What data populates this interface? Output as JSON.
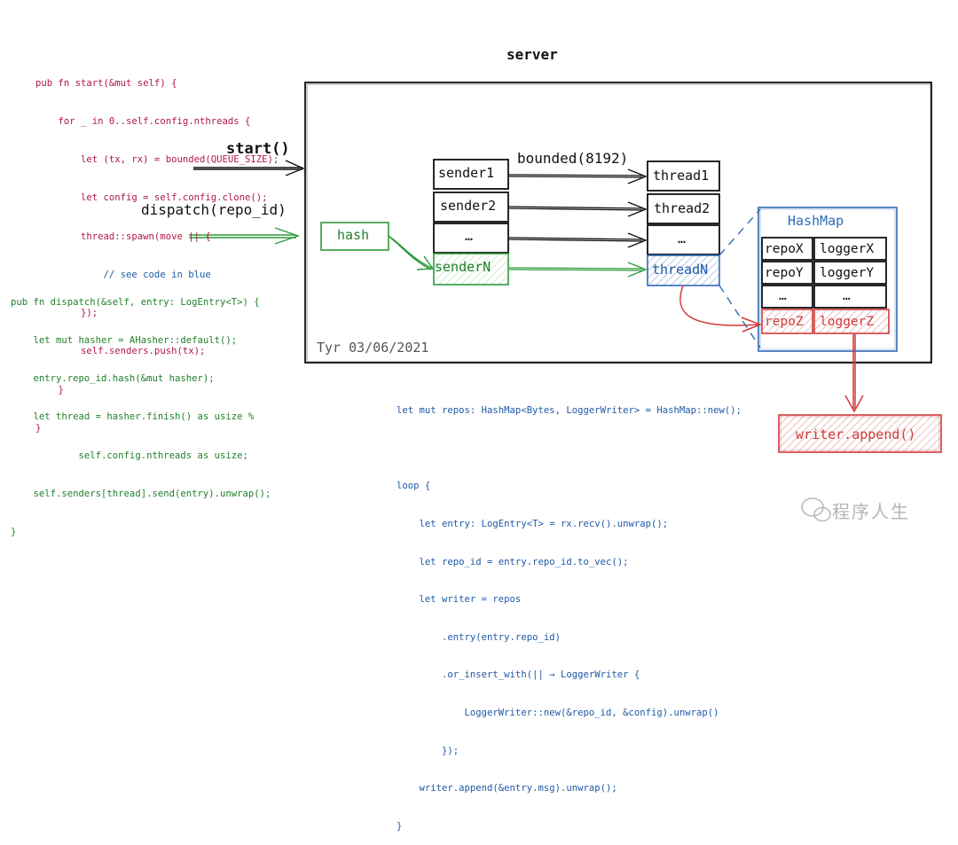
{
  "colors": {
    "start_code": "#b01845",
    "dispatch_code": "#1f7f2a",
    "thread_code": "#1f5aa8",
    "hashmap": "#2f6bb8",
    "highlight": "#d03a3a",
    "ink": "#111111"
  },
  "server_title": "server",
  "server_caption": "Tyr 03/06/2021",
  "labels": {
    "start_call": "start()",
    "dispatch_call": "dispatch(repo_id)",
    "bounded": "bounded(8192)",
    "hash": "hash",
    "writer_append": "writer.append()"
  },
  "senders": [
    "sender1",
    "sender2",
    "…",
    "senderN"
  ],
  "threads": [
    "thread1",
    "thread2",
    "…",
    "threadN"
  ],
  "hashmap": {
    "title": "HashMap",
    "rows": [
      [
        "repoX",
        "loggerX"
      ],
      [
        "repoY",
        "loggerY"
      ],
      [
        "…",
        "…"
      ],
      [
        "repoZ",
        "loggerZ"
      ]
    ]
  },
  "code_start": [
    "pub fn start(&mut self) {",
    "    for _ in 0..self.config.nthreads {",
    "        let (tx, rx) = bounded(QUEUE_SIZE);",
    "        let config = self.config.clone();",
    "        thread::spawn(move || {",
    "            // see code in blue",
    "        });",
    "        self.senders.push(tx);",
    "    }",
    "}"
  ],
  "code_dispatch": [
    "pub fn dispatch(&self, entry: LogEntry<T>) {",
    "    let mut hasher = AHasher::default();",
    "    entry.repo_id.hash(&mut hasher);",
    "    let thread = hasher.finish() as usize %",
    "            self.config.nthreads as usize;",
    "    self.senders[thread].send(entry).unwrap();",
    "}"
  ],
  "code_thread": [
    "let mut repos: HashMap<Bytes, LoggerWriter> = HashMap::new();",
    "",
    "loop {",
    "    let entry: LogEntry<T> = rx.recv().unwrap();",
    "    let repo_id = entry.repo_id.to_vec();",
    "    let writer = repos",
    "        .entry(entry.repo_id)",
    "        .or_insert_with(|| → LoggerWriter {",
    "            LoggerWriter::new(&repo_id, &config).unwrap()",
    "        });",
    "    writer.append(&entry.msg).unwrap();",
    "}"
  ],
  "watermark": "程序人生"
}
